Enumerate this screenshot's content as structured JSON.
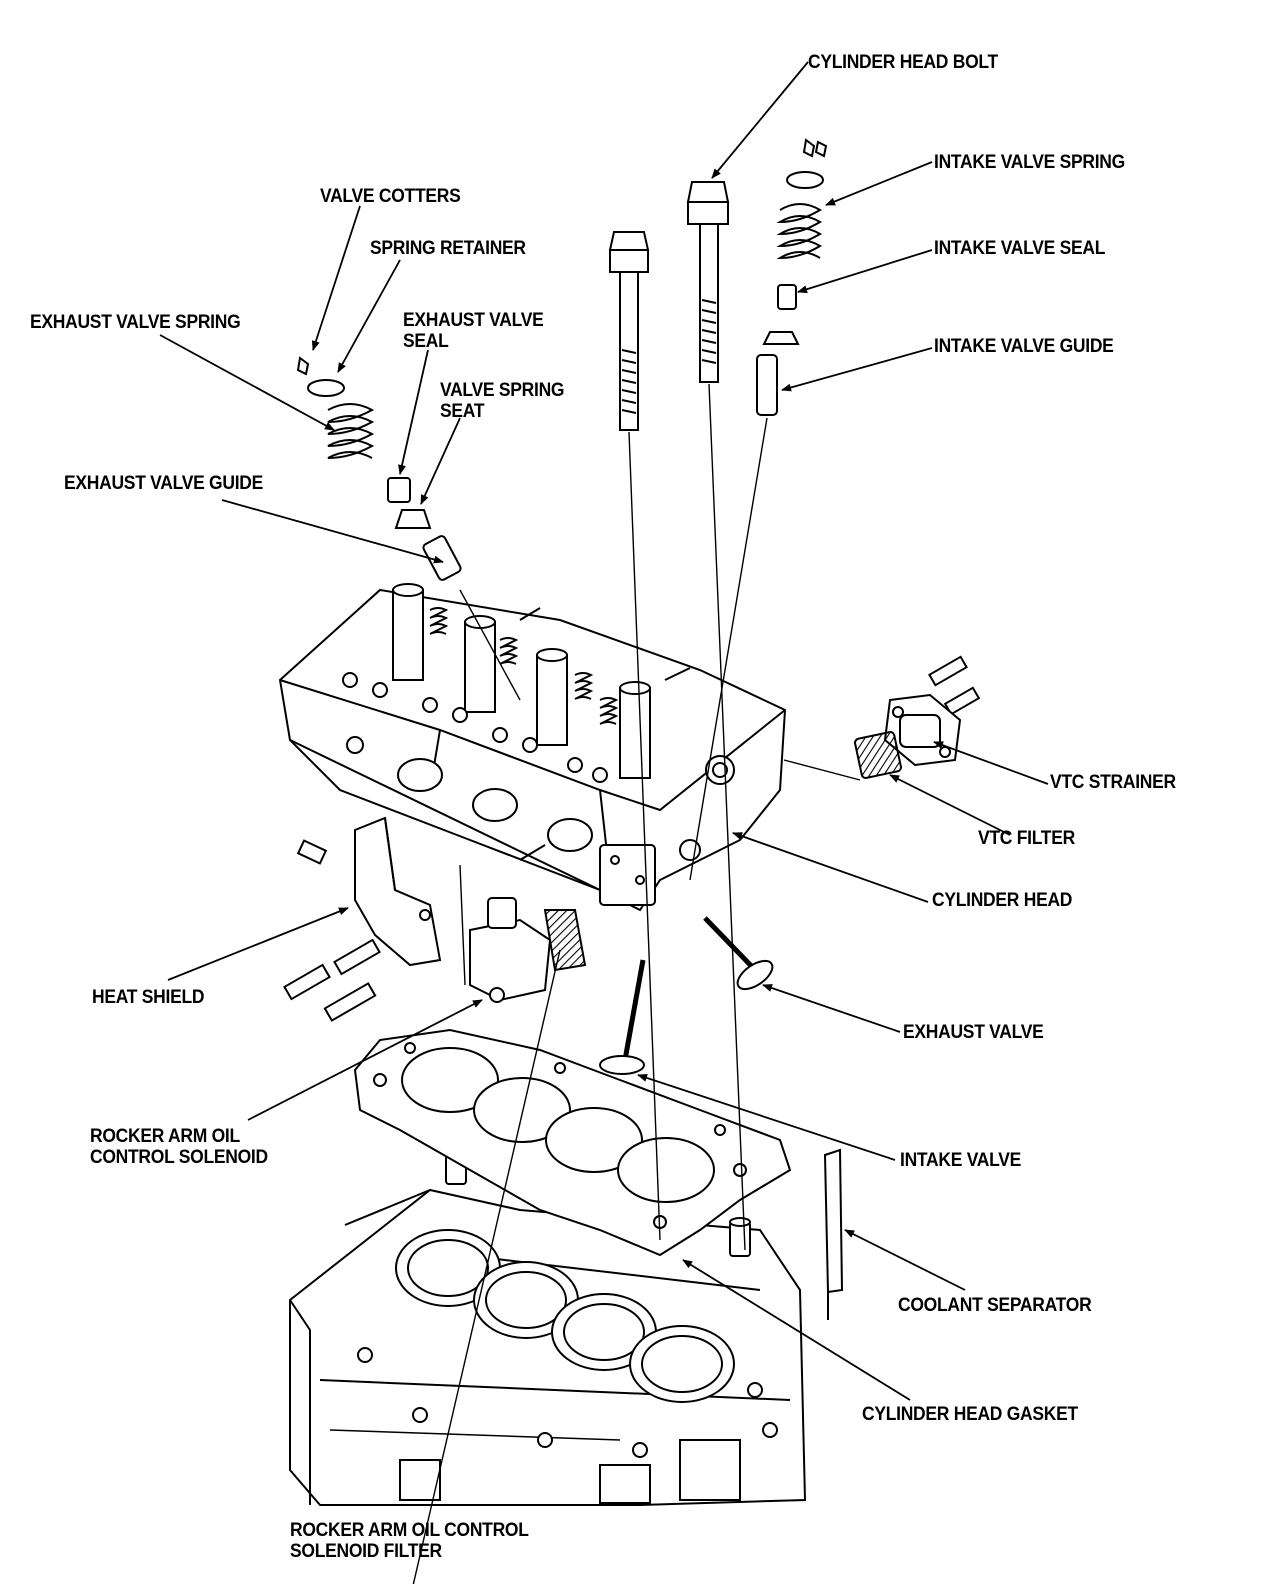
{
  "diagram": {
    "labels": {
      "cylinder_head_bolt": "CYLINDER HEAD BOLT",
      "intake_valve_spring": "INTAKE VALVE SPRING",
      "valve_cotters": "VALVE COTTERS",
      "spring_retainer": "SPRING RETAINER",
      "intake_valve_seal": "INTAKE VALVE SEAL",
      "exhaust_valve_spring": "EXHAUST VALVE SPRING",
      "exhaust_valve_seal_line1": "EXHAUST VALVE",
      "exhaust_valve_seal_line2": "SEAL",
      "intake_valve_guide": "INTAKE VALVE GUIDE",
      "valve_spring_seat_line1": "VALVE SPRING",
      "valve_spring_seat_line2": "SEAT",
      "exhaust_valve_guide": "EXHAUST VALVE GUIDE",
      "vtc_strainer": "VTC STRAINER",
      "vtc_filter": "VTC FILTER",
      "cylinder_head": "CYLINDER HEAD",
      "heat_shield": "HEAT SHIELD",
      "exhaust_valve": "EXHAUST VALVE",
      "rocker_arm_solenoid_line1": "ROCKER ARM OIL",
      "rocker_arm_solenoid_line2": "CONTROL SOLENOID",
      "intake_valve": "INTAKE VALVE",
      "coolant_separator": "COOLANT SEPARATOR",
      "cylinder_head_gasket": "CYLINDER HEAD GASKET",
      "solenoid_filter_line1": "ROCKER ARM OIL CONTROL",
      "solenoid_filter_line2": "SOLENOID FILTER"
    },
    "colors": {
      "ink": "#000000",
      "paper": "#ffffff",
      "shade": "#d8d8d8"
    }
  }
}
